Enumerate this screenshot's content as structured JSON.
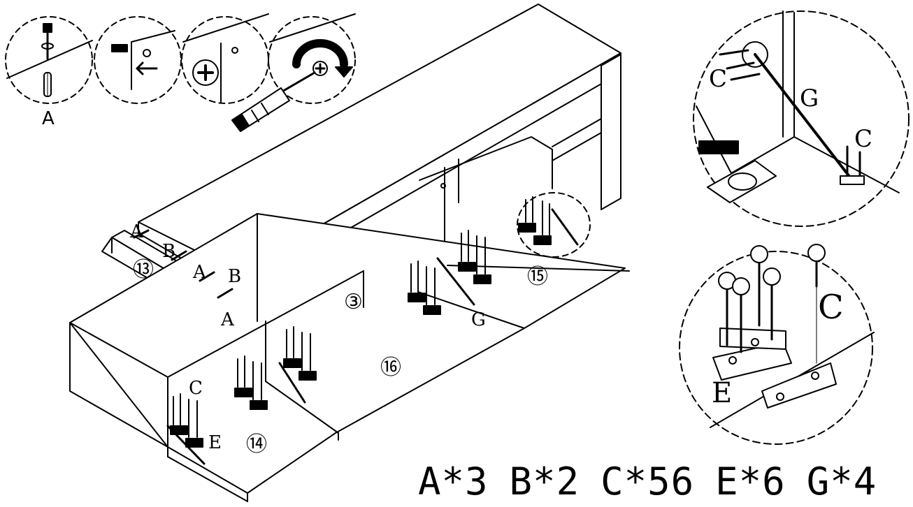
{
  "detail_labels": {
    "dowel_detail": "A"
  },
  "panel_numbers": {
    "p13": "⑬",
    "p3": "③",
    "p15": "⑮",
    "p16": "⑯",
    "p14": "⑭"
  },
  "hardware_labels": {
    "a_top": "A",
    "b_left": "B",
    "a_mid": "A",
    "b_right": "B",
    "a_bottom": "A",
    "g_main": "G",
    "c_main": "C",
    "e_main": "E",
    "c_zoom_top": "C",
    "g_zoom": "G",
    "c_zoom_right": "C",
    "c_zoom_hinge": "C",
    "e_zoom_hinge": "E"
  },
  "parts_list": [
    "A*3",
    "B*2",
    "C*56",
    "E*6",
    "G*4"
  ]
}
